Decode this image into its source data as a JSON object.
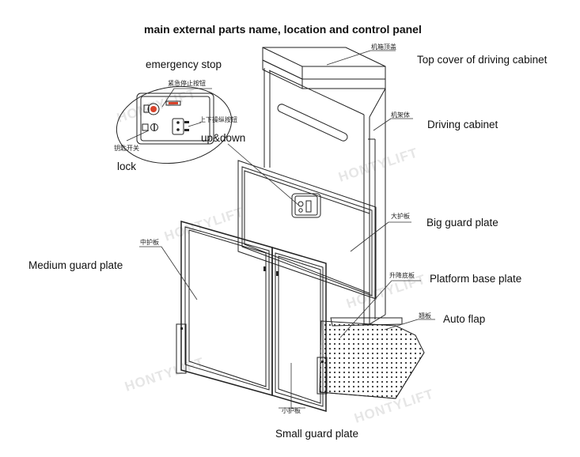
{
  "title": "main external parts name, location and control panel",
  "watermark": "HONTYLIFT",
  "labels": {
    "top_cover_zh": "机箱顶盖",
    "top_cover_en": "Top cover of driving cabinet",
    "driving_cabinet_zh": "机架体",
    "driving_cabinet_en": "Driving cabinet",
    "big_guard_zh": "大护板",
    "big_guard_en": "Big guard plate",
    "platform_base_zh": "升降底板",
    "platform_base_en": "Platform base plate",
    "auto_flap_zh": "翘板",
    "auto_flap_en": "Auto flap",
    "medium_guard_zh": "中护板",
    "medium_guard_en": "Medium guard plate",
    "small_guard_zh": "小护板",
    "small_guard_en": "Small guard plate",
    "emergency_stop_en": "emergency stop",
    "emergency_stop_zh": "紧急停止按钮",
    "up_down_zh": "上下操纵按钮",
    "up_down_en": "up&down",
    "lock_zh": "钥匙开关",
    "lock_en": "lock"
  }
}
